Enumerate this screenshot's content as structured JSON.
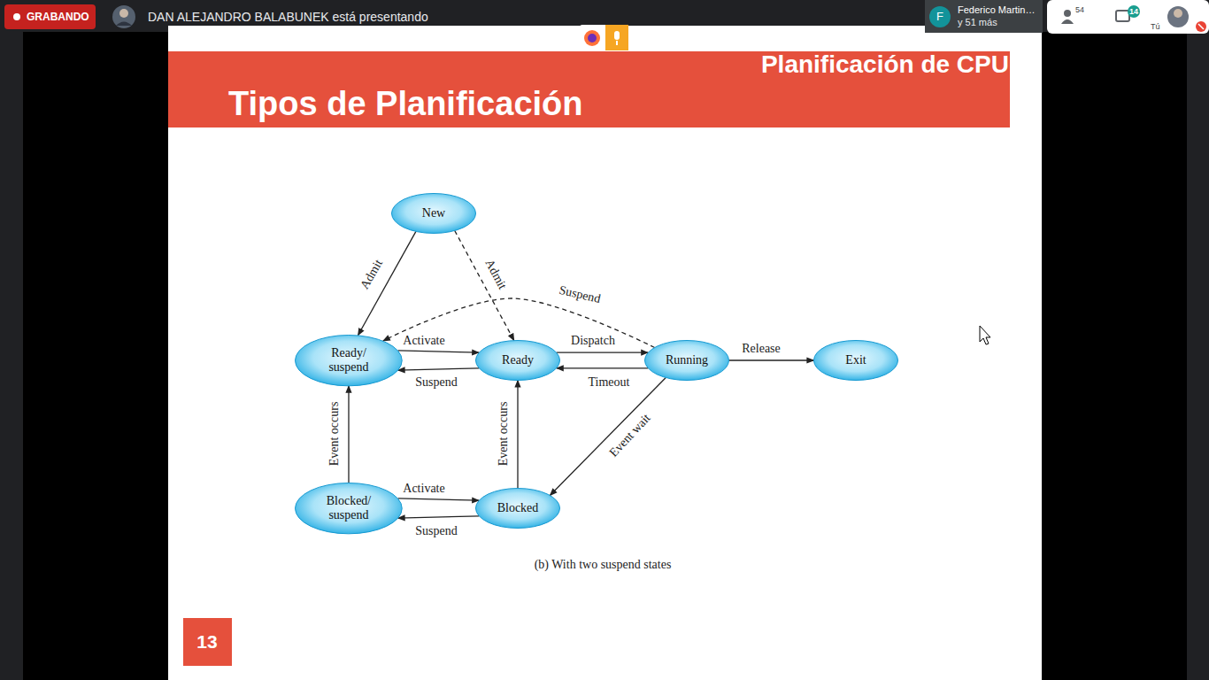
{
  "diagram": {
    "title": "Tipos de Planificación",
    "caption": "(b) With two suspend states",
    "nodes": [
      {
        "text": [
          "New"
        ]
      },
      {
        "text": [
          "Ready/ suspend"
        ]
      },
      {
        "text": [
          "Ready"
        ]
      },
      {
        "text": [
          "Running"
        ]
      },
      {
        "text": [
          "Exit"
        ]
      },
      {
        "text": [
          "Blocked/ suspend"
        ]
      },
      {
        "text": [
          "Blocked"
        ]
      }
    ],
    "edges": [
      {
        "from": 0,
        "to": 1,
        "label": "Admit",
        "arrow": "to"
      },
      {
        "from": 0,
        "to": 2,
        "label": "Admit",
        "arrow": "to"
      },
      {
        "from": 3,
        "to": 1,
        "label": "Suspend",
        "arrow": "to"
      },
      {
        "from": 1,
        "to": 2,
        "label": "Activate",
        "arrow": "to"
      },
      {
        "from": 2,
        "to": 1,
        "label": "Suspend",
        "arrow": "to"
      },
      {
        "from": 2,
        "to": 3,
        "label": "Dispatch",
        "arrow": "to"
      },
      {
        "from": 3,
        "to": 2,
        "label": "Timeout",
        "arrow": "to"
      },
      {
        "from": 3,
        "to": 4,
        "label": "Release",
        "arrow": "to"
      },
      {
        "from": 3,
        "to": 6,
        "label": "Event wait",
        "arrow": "to"
      },
      {
        "from": 5,
        "to": 1,
        "label": "Event occurs",
        "arrow": "to"
      },
      {
        "from": 6,
        "to": 2,
        "label": "Event occurs",
        "arrow": "to"
      },
      {
        "from": 5,
        "to": 6,
        "label": "Activate",
        "arrow": "to"
      },
      {
        "from": 6,
        "to": 5,
        "label": "Suspend",
        "arrow": "to"
      }
    ],
    "labels": [
      "GRABANDO",
      "DAN ALEJANDRO BALABUNEK está presentando",
      "F",
      "Federico Martin…",
      "y 51 más",
      "54",
      "14",
      "Tú",
      "Planificación de CPU",
      "13"
    ]
  }
}
